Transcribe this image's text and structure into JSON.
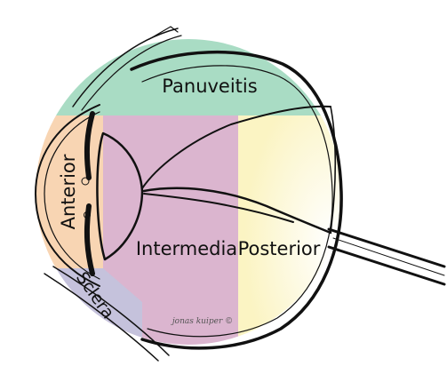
{
  "labels": {
    "panuveitis": "Panuveitis",
    "anterior": "Anterior",
    "sclera": "Sclera",
    "intermedia": "Intermedia",
    "posterior": "Posterior"
  },
  "credit": "jonas kuiper ©",
  "colors": {
    "panuveitis": "#a9dcc4",
    "anterior": "#f8d5b3",
    "sclera": "#c5c2dc",
    "intermedia": "#dbb5cf",
    "posterior": "#fbf4c3",
    "outline": "#111111"
  }
}
